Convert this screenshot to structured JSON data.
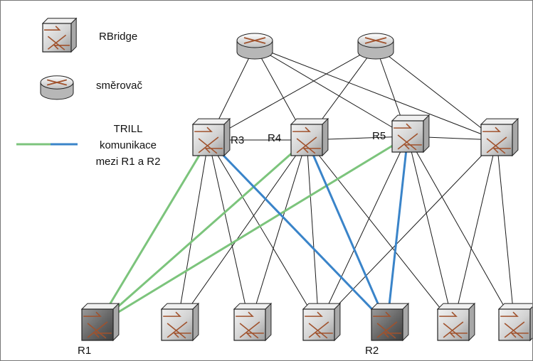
{
  "legend": {
    "rbridge_label": "RBridge",
    "router_label": "směrovač",
    "trill_line1": "TRILL",
    "trill_line2": "komunikace",
    "trill_line3": "mezi R1 a R2"
  },
  "node_labels": {
    "r1": "R1",
    "r2": "R2",
    "r3": "R3",
    "r4": "R4",
    "r5": "R5"
  },
  "colors": {
    "link": "#1a1a1a",
    "trill_green": "#7cc47c",
    "trill_blue": "#3a84c9",
    "device_face": "#dcdcdc",
    "device_side": "#a8a8a8",
    "device_top": "#f0f0f0",
    "arrow": "#a0522d"
  },
  "diagram": {
    "nodes": [
      {
        "id": "rt1",
        "kind": "router"
      },
      {
        "id": "rt2",
        "kind": "router"
      },
      {
        "id": "a1",
        "kind": "rbridge",
        "label": "r3"
      },
      {
        "id": "a2",
        "kind": "rbridge",
        "label": "r4"
      },
      {
        "id": "a3",
        "kind": "rbridge",
        "label": "r5"
      },
      {
        "id": "a4",
        "kind": "rbridge"
      },
      {
        "id": "e1",
        "kind": "rbridge",
        "label": "r1",
        "highlight": true
      },
      {
        "id": "e2",
        "kind": "rbridge"
      },
      {
        "id": "e3",
        "kind": "rbridge"
      },
      {
        "id": "e4",
        "kind": "rbridge"
      },
      {
        "id": "e5",
        "kind": "rbridge",
        "label": "r2",
        "highlight": true
      },
      {
        "id": "e6",
        "kind": "rbridge"
      },
      {
        "id": "e7",
        "kind": "rbridge"
      }
    ],
    "links": [
      [
        "rt1",
        "a1"
      ],
      [
        "rt1",
        "a2"
      ],
      [
        "rt1",
        "a3"
      ],
      [
        "rt1",
        "a4"
      ],
      [
        "rt2",
        "a1"
      ],
      [
        "rt2",
        "a2"
      ],
      [
        "rt2",
        "a3"
      ],
      [
        "rt2",
        "a4"
      ],
      [
        "a1",
        "a2"
      ],
      [
        "a2",
        "a3"
      ],
      [
        "a3",
        "a4"
      ],
      [
        "a1",
        "e2"
      ],
      [
        "a1",
        "e3"
      ],
      [
        "a1",
        "e4"
      ],
      [
        "a2",
        "e2"
      ],
      [
        "a2",
        "e3"
      ],
      [
        "a2",
        "e4"
      ],
      [
        "a2",
        "e6"
      ],
      [
        "a3",
        "e4"
      ],
      [
        "a3",
        "e6"
      ],
      [
        "a3",
        "e7"
      ],
      [
        "a4",
        "e4"
      ],
      [
        "a4",
        "e6"
      ],
      [
        "a4",
        "e7"
      ]
    ],
    "trill_paths": [
      {
        "color": "trill_green",
        "from": "e1",
        "to": "a1"
      },
      {
        "color": "trill_green",
        "from": "e1",
        "to": "a2"
      },
      {
        "color": "trill_green",
        "from": "e1",
        "to": "a3"
      },
      {
        "color": "trill_blue",
        "from": "a1",
        "to": "e5"
      },
      {
        "color": "trill_blue",
        "from": "a2",
        "to": "e5"
      },
      {
        "color": "trill_blue",
        "from": "a3",
        "to": "e5"
      }
    ]
  }
}
